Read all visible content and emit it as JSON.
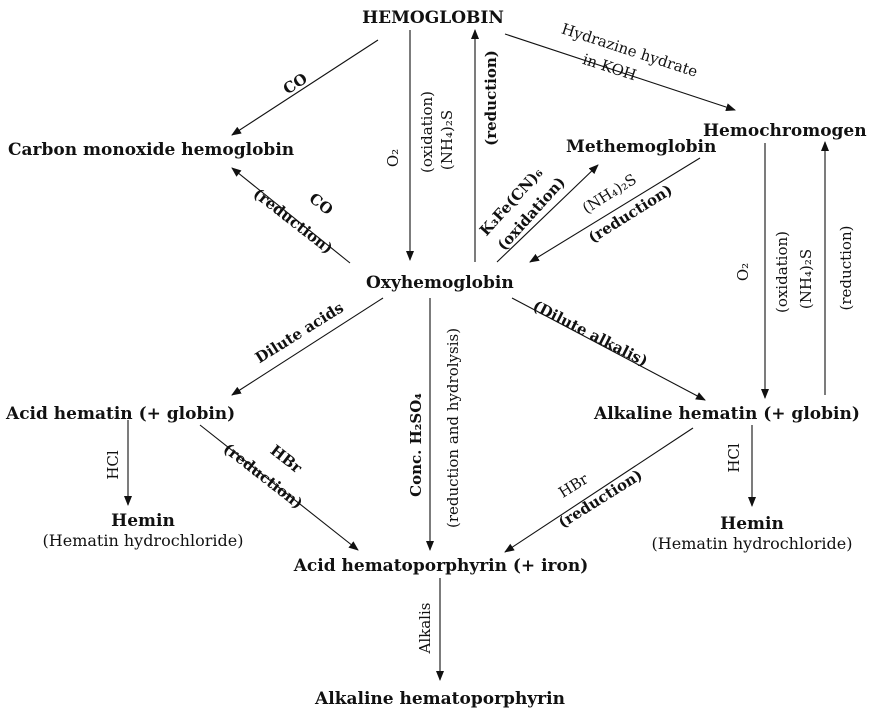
{
  "nodes": {
    "hemoglobin": "HEMOGLOBIN",
    "carbon_monoxide_hemoglobin": "Carbon monoxide hemoglobin",
    "methemoglobin": "Methemoglobin",
    "hemochromogen": "Hemochromogen",
    "oxyhemoglobin": "Oxyhemoglobin",
    "acid_hematin": "Acid hematin (+ globin)",
    "alkaline_hematin": "Alkaline hematin (+ globin)",
    "hemin_left": "Hemin",
    "hemin_left_sub": "(Hematin hydrochloride)",
    "hemin_right": "Hemin",
    "hemin_right_sub": "(Hematin hydrochloride)",
    "acid_hematoporphyrin": "Acid hematoporphyrin (+ iron)",
    "alkaline_hematoporphyrin": "Alkaline hematoporphyrin"
  },
  "labels": {
    "co_1": "CO",
    "hydrazine_1": "Hydrazine hydrate",
    "hydrazine_2": "in KOH",
    "o2_left": "O₂",
    "oxidation_1": "(oxidation)",
    "nh4_2s_1": "(NH₄)₂S",
    "reduction_1": "(reduction)",
    "co_2": "CO",
    "reduction_2": "(reduction)",
    "k3fecn6": "K₃Fe(CN)₆",
    "oxidation_2": "(oxidation)",
    "nh4_2s_2": "(NH₄)₂S",
    "reduction_3": "(reduction)",
    "o2_right": "O₂",
    "oxidation_3": "(oxidation)",
    "nh4_2s_3": "(NH₄)₂S",
    "reduction_4": "(reduction)",
    "dilute_acids": "Dilute acids",
    "dilute_alkalis": "(Dilute alkalis)",
    "conc_h2so4": "Conc. H₂SO₄",
    "reduction_hydrolysis": "(reduction and hydrolysis)",
    "hcl_left": "HCl",
    "hbr_left": "HBr",
    "reduction_5": "(reduction)",
    "hbr_right": "HBr",
    "reduction_6": "(reduction)",
    "hcl_right": "HCl",
    "alkalis": "Alkalis"
  }
}
